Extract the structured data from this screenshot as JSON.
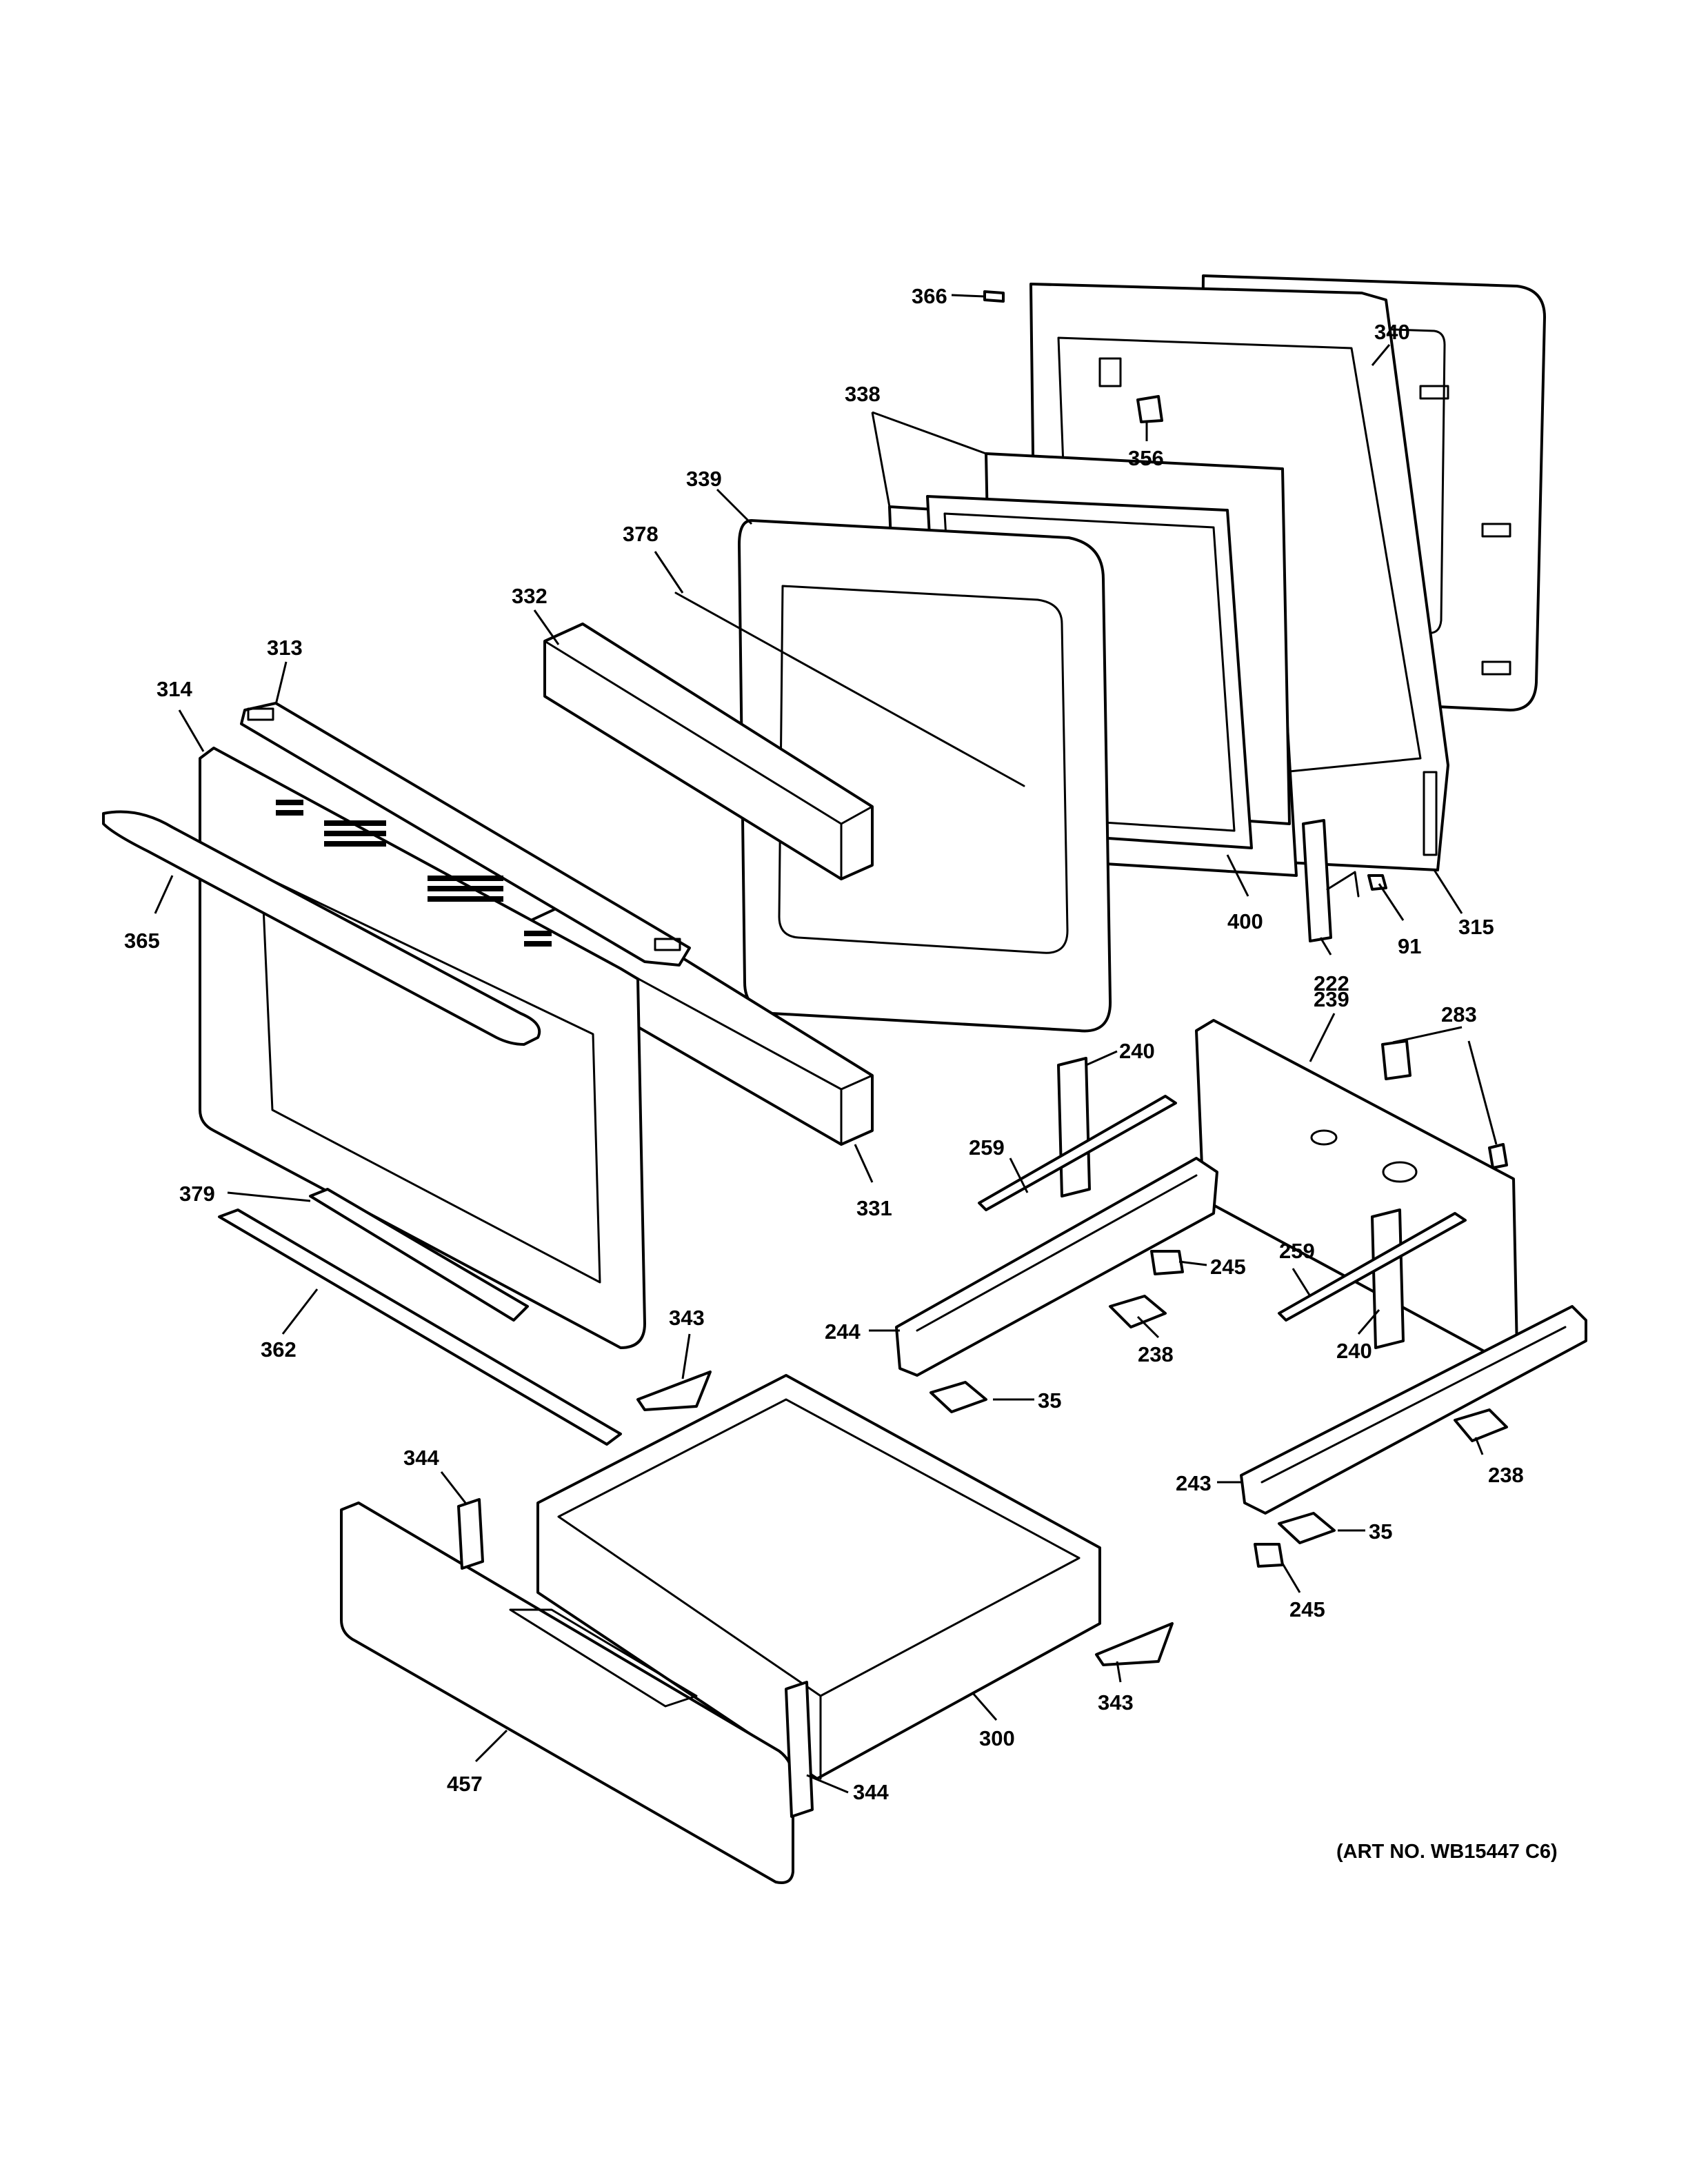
{
  "art_number": "(ART NO. WB15447 C6)",
  "callouts": [
    {
      "id": "c366",
      "label": "366"
    },
    {
      "id": "c340",
      "label": "340"
    },
    {
      "id": "c356",
      "label": "356"
    },
    {
      "id": "c338",
      "label": "338"
    },
    {
      "id": "c339",
      "label": "339"
    },
    {
      "id": "c378",
      "label": "378"
    },
    {
      "id": "c332",
      "label": "332"
    },
    {
      "id": "c313",
      "label": "313"
    },
    {
      "id": "c314",
      "label": "314"
    },
    {
      "id": "c365",
      "label": "365"
    },
    {
      "id": "c400",
      "label": "400"
    },
    {
      "id": "c91",
      "label": "91"
    },
    {
      "id": "c315",
      "label": "315"
    },
    {
      "id": "c222",
      "label": "222"
    },
    {
      "id": "c331",
      "label": "331"
    },
    {
      "id": "c240a",
      "label": "240"
    },
    {
      "id": "c239",
      "label": "239"
    },
    {
      "id": "c283",
      "label": "283"
    },
    {
      "id": "c259a",
      "label": "259"
    },
    {
      "id": "c245a",
      "label": "245"
    },
    {
      "id": "c259b",
      "label": "259"
    },
    {
      "id": "c379",
      "label": "379"
    },
    {
      "id": "c244",
      "label": "244"
    },
    {
      "id": "c238a",
      "label": "238"
    },
    {
      "id": "c240b",
      "label": "240"
    },
    {
      "id": "c343a",
      "label": "343"
    },
    {
      "id": "c362",
      "label": "362"
    },
    {
      "id": "c35a",
      "label": "35"
    },
    {
      "id": "c344a",
      "label": "344"
    },
    {
      "id": "c243",
      "label": "243"
    },
    {
      "id": "c238b",
      "label": "238"
    },
    {
      "id": "c35b",
      "label": "35"
    },
    {
      "id": "c245b",
      "label": "245"
    },
    {
      "id": "c343b",
      "label": "343"
    },
    {
      "id": "c300",
      "label": "300"
    },
    {
      "id": "c457",
      "label": "457"
    },
    {
      "id": "c344b",
      "label": "344"
    }
  ]
}
